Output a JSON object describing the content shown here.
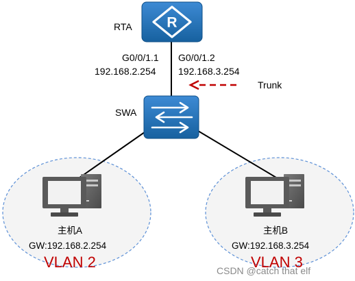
{
  "router": {
    "name": "RTA",
    "icon": "router-icon"
  },
  "switch": {
    "name": "SWA",
    "icon": "switch-icon"
  },
  "interfaces": {
    "left": {
      "name": "G0/0/1.1",
      "ip": "192.168.2.254"
    },
    "right": {
      "name": "G0/0/1.2",
      "ip": "192.168.3.254"
    }
  },
  "trunk": {
    "label": "Trunk"
  },
  "hosts": [
    {
      "name": "主机A",
      "gateway": "GW:192.168.2.254",
      "vlan": "VLAN 2",
      "icon": "computer-icon"
    },
    {
      "name": "主机B",
      "gateway": "GW:192.168.3.254",
      "vlan": "VLAN 3",
      "icon": "computer-icon"
    }
  ],
  "watermark": "CSDN @catch that elf",
  "colors": {
    "device_blue": "#1f6fb8",
    "link": "#000000",
    "vlan_red": "#c00000",
    "trunk_arrow": "#c00000",
    "ellipse_border": "#5b8fd6",
    "ellipse_fill": "#f4f4f4"
  }
}
